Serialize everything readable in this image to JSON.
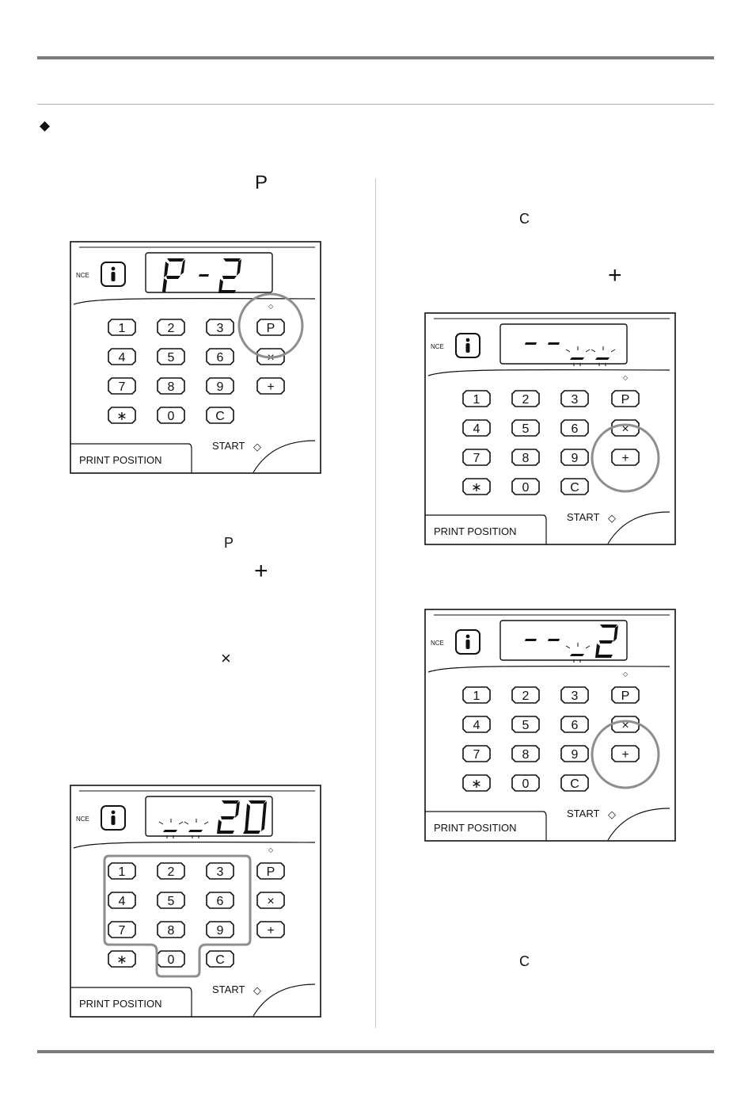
{
  "glyphs": {
    "step_p_top": "P",
    "step_c_right_top": "C",
    "step_plus_right_top": "+",
    "step_p_mid": "P",
    "step_plus_mid": "+",
    "step_x_mid": "×",
    "step_c_right_bottom": "C"
  },
  "panel_common": {
    "side_label": "NCE",
    "info_icon": "info-icon",
    "print_position": "PRINT POSITION",
    "start": "START",
    "keys": [
      "1",
      "2",
      "3",
      "P",
      "4",
      "5",
      "6",
      "×",
      "7",
      "8",
      "9",
      "+",
      "∗",
      "0",
      "C"
    ]
  },
  "panels": [
    {
      "id": "panel-1",
      "display": "P-2",
      "highlight": "P key"
    },
    {
      "id": "panel-2",
      "display": "- -",
      "highlight": "+ key"
    },
    {
      "id": "panel-3",
      "display": "- - 2",
      "highlight": "+ key"
    },
    {
      "id": "panel-4",
      "display": "20",
      "highlight": "numeric keys 0–9"
    }
  ],
  "colors": {
    "rule": "#7a7a7a",
    "highlight": "#8e8e8e"
  }
}
